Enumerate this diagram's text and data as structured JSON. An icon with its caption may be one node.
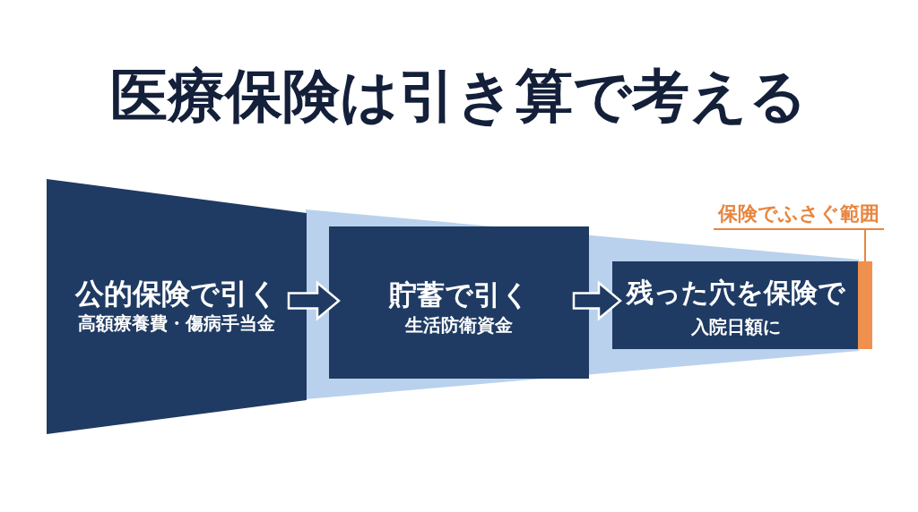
{
  "diagram": {
    "title": "医療保険は引き算で考える",
    "nodes": [
      {
        "text": [
          "公的保険で引く",
          "高額療養費・傷病手当金"
        ]
      },
      {
        "text": [],
        "shape": "band"
      },
      {
        "text": [
          "貯蓄で引く",
          "生活防衛資金"
        ],
        "in": 1
      },
      {
        "text": [
          "残った穴を保険で",
          "入院日額に"
        ],
        "in": 1
      },
      {
        "text": [],
        "shape": "bar"
      },
      {
        "text": [
          "保険でふさぐ範囲"
        ]
      }
    ],
    "edges": [
      {
        "from": 0,
        "to": 2,
        "arrow": "to"
      },
      {
        "from": 2,
        "to": 3,
        "arrow": "to"
      },
      {
        "from": 5,
        "to": 4,
        "arrow": "none"
      }
    ]
  }
}
